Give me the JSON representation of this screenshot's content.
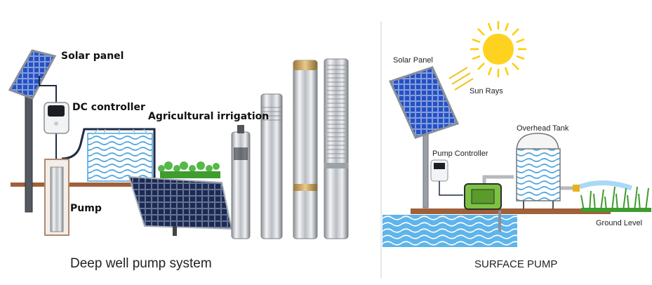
{
  "left_panel": {
    "labels": {
      "solar_panel": "Solar panel",
      "dc_controller": "DC controller",
      "agricultural_irrigation": "Agricultural irrigation",
      "pump": "Pump"
    },
    "caption": "Deep well pump system"
  },
  "right_panel": {
    "labels": {
      "solar_panel": "Solar Panel",
      "sun_rays": "Sun Rays",
      "overhead_tank": "Overhead Tank",
      "pump_controller": "Pump Controller",
      "ground_level": "Ground Level"
    },
    "caption": "SURFACE PUMP"
  },
  "colors": {
    "ground": "#a0603a",
    "water": "#4aa3df",
    "solar_cell": "#1a3fa8",
    "pump_green": "#7cc242",
    "sun": "#ffd21f",
    "pipe": "#1f2a44",
    "grass": "#3f9c2e"
  }
}
